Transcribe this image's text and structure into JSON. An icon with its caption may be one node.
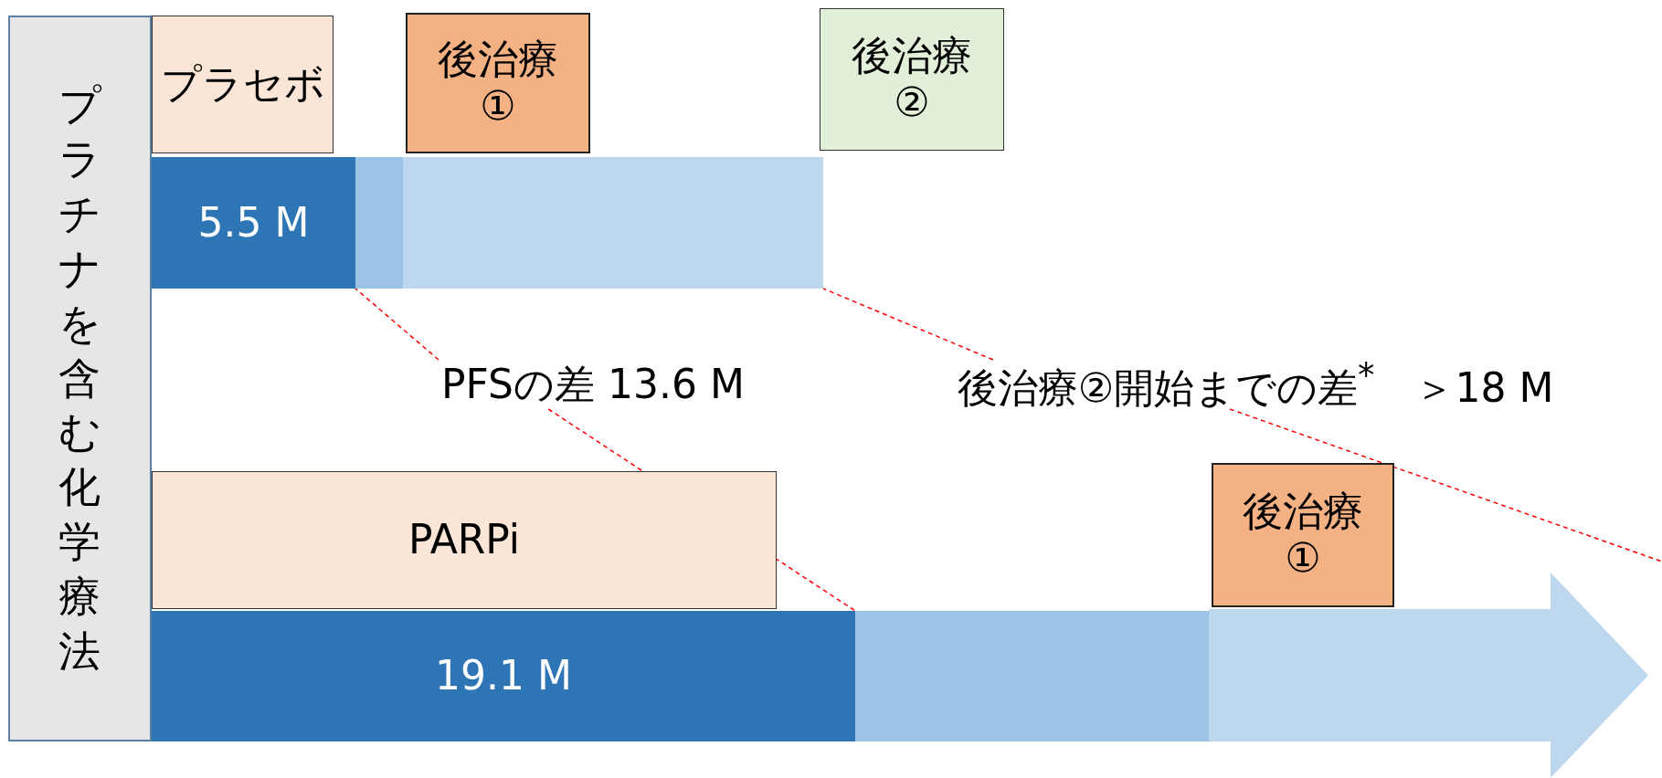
{
  "diagram": {
    "nodes": [
      {
        "text": [
          "プラチナを含む化学療法"
        ]
      },
      {
        "text": [
          "プラセボ"
        ]
      },
      {
        "text": [
          "後治療①"
        ]
      },
      {
        "text": [
          "後治療②"
        ]
      },
      {
        "text": [
          "5.5 M"
        ]
      },
      {
        "text": [],
        "shape": "bar"
      },
      {
        "text": [],
        "shape": "bar"
      },
      {
        "text": [
          "PFSの差 13.6 M"
        ]
      },
      {
        "text": [
          "後治療②開始までの差$^{*}$　＞18 M"
        ]
      },
      {
        "text": [
          "PARPi"
        ]
      },
      {
        "text": [
          "後治療①"
        ]
      },
      {
        "text": [
          "19.1 M"
        ]
      },
      {
        "text": [],
        "shape": "bar"
      },
      {
        "text": [],
        "shape": "arrow"
      }
    ],
    "edges": [
      {
        "from": 7,
        "to": 4,
        "arrow": "none",
        "style": "dashed",
        "color": "#ff0000"
      },
      {
        "from": 7,
        "to": 11,
        "arrow": "none",
        "style": "dashed",
        "color": "#ff0000"
      },
      {
        "from": 8,
        "to": 6,
        "arrow": "none",
        "style": "dashed",
        "color": "#ff0000"
      },
      {
        "from": 8,
        "to": null,
        "arrow": "none",
        "style": "dashed",
        "color": "#ff0000"
      }
    ]
  }
}
